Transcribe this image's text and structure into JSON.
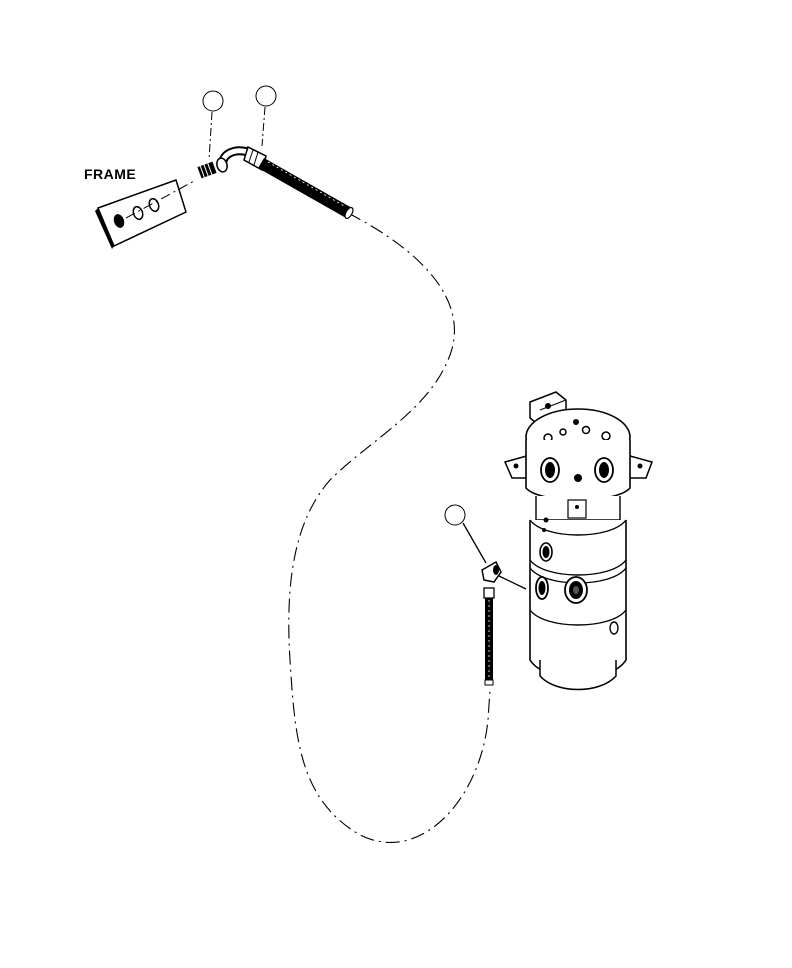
{
  "labels": {
    "frame": "FRAME"
  },
  "callouts": [
    {
      "name": "callout-fitting-top",
      "text": ""
    },
    {
      "name": "callout-hose-top",
      "text": ""
    },
    {
      "name": "callout-elbow-swivel",
      "text": ""
    }
  ],
  "colors": {
    "ink": "#000000",
    "paper": "#ffffff"
  }
}
